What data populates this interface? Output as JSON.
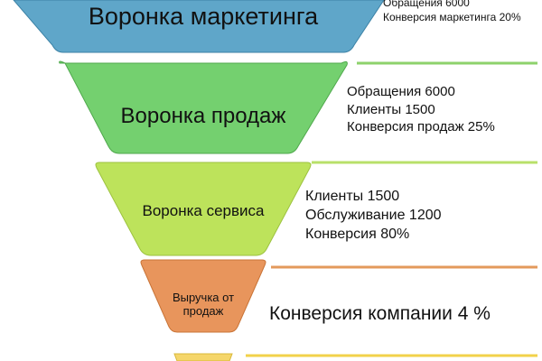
{
  "funnel": {
    "stages": [
      {
        "title": "Воронка маркетинга",
        "color": "#5fa6c9",
        "divider_color": "#8ed26c",
        "info": [
          "Обращения 6000",
          "Конверсия маркетинга 20%"
        ]
      },
      {
        "title": "Воронка продаж",
        "color": "#74d06f",
        "divider_color": "#b9e06a",
        "info": [
          "Обращения 6000",
          "Клиенты 1500",
          "Конверсия продаж 25%"
        ]
      },
      {
        "title": "Воронка сервиса",
        "color": "#bde35b",
        "divider_color": "#e39a5c",
        "info": [
          "Клиенты 1500",
          "Обслуживание 1200",
          "Конверсия 80%"
        ]
      },
      {
        "title_lines": [
          "Выручка от",
          "продаж"
        ],
        "color": "#e8955c",
        "divider_color": "#f2d24a",
        "info": [
          "Конверсия компании 4 %"
        ]
      },
      {
        "color": "#f5d66a"
      }
    ]
  }
}
